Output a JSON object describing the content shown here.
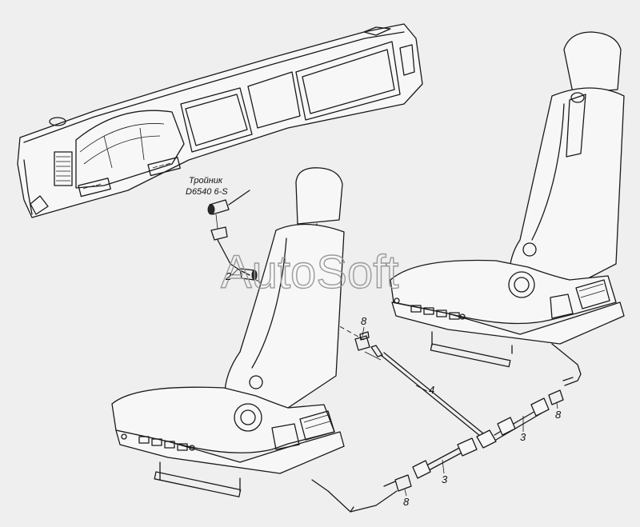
{
  "note": {
    "line1": "Тройник",
    "line2": "D6540 6-S"
  },
  "watermark": "AutoSoft",
  "callouts": {
    "c2": "2",
    "c3a": "3",
    "c3b": "3",
    "c4": "4",
    "c8a": "8",
    "c8b": "8",
    "c8c": "8"
  }
}
